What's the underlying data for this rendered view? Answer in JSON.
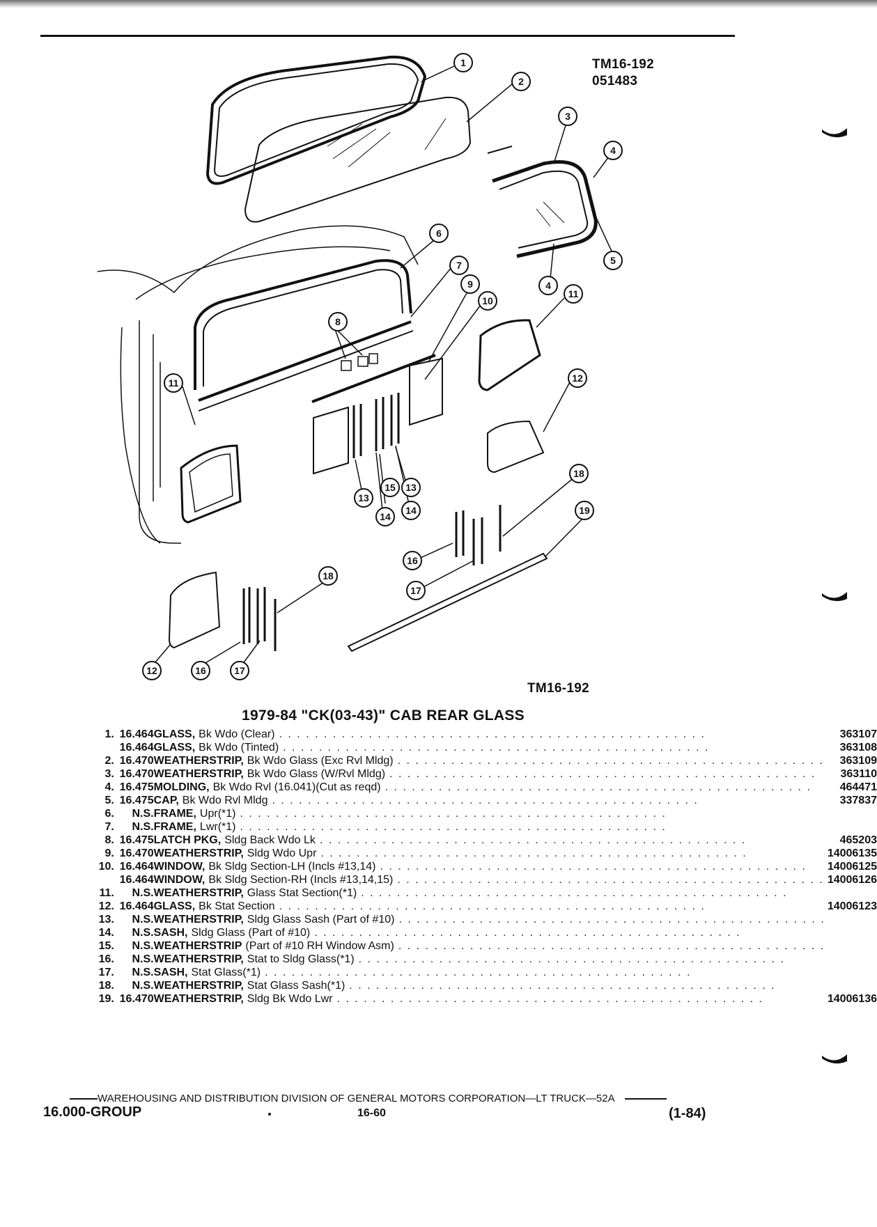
{
  "header": {
    "tm_code": "TM16-192",
    "tm_date": "051483",
    "tm_code_bottom": "TM16-192"
  },
  "illustration": {
    "callouts": [
      "1",
      "2",
      "3",
      "4",
      "5",
      "4",
      "6",
      "7",
      "8",
      "9",
      "10",
      "11",
      "11",
      "12",
      "13",
      "15",
      "13",
      "14",
      "14",
      "18",
      "19",
      "16",
      "17",
      "18",
      "12",
      "16",
      "17"
    ]
  },
  "title": "1979-84 \"CK(03-43)\" CAB REAR GLASS",
  "parts": [
    {
      "no": "1.",
      "group": "16.464",
      "name": "GLASS,",
      "desc": "Bk Wdo (Clear)",
      "pn": "363107"
    },
    {
      "no": "",
      "group": "16.464",
      "name": "GLASS,",
      "desc": "Bk Wdo (Tinted)",
      "pn": "363108"
    },
    {
      "no": "2.",
      "group": "16.470",
      "name": "WEATHERSTRIP,",
      "desc": "Bk Wdo Glass (Exc Rvl Mldg)",
      "pn": "363109"
    },
    {
      "no": "3.",
      "group": "16.470",
      "name": "WEATHERSTRIP,",
      "desc": "Bk Wdo Glass (W/Rvl Mldg)",
      "pn": "363110"
    },
    {
      "no": "4.",
      "group": "16.475",
      "name": "MOLDING,",
      "desc": "Bk Wdo Rvl (16.041)(Cut as reqd)",
      "pn": "464471"
    },
    {
      "no": "5.",
      "group": "16.475",
      "name": "CAP,",
      "desc": "Bk Wdo Rvl Mldg",
      "pn": "337837"
    },
    {
      "no": "6.",
      "group": "N.S.",
      "name": "FRAME,",
      "desc": "Upr(*1)",
      "pn": ""
    },
    {
      "no": "7.",
      "group": "N.S.",
      "name": "FRAME,",
      "desc": "Lwr(*1)",
      "pn": ""
    },
    {
      "no": "8.",
      "group": "16.475",
      "name": "LATCH PKG,",
      "desc": "Sldg Back Wdo Lk",
      "pn": "465203"
    },
    {
      "no": "9.",
      "group": "16.470",
      "name": "WEATHERSTRIP,",
      "desc": "Sldg Wdo Upr",
      "pn": "14006135"
    },
    {
      "no": "10.",
      "group": "16.464",
      "name": "WINDOW,",
      "desc": "Bk Sldg Section-LH (Incls #13,14)",
      "pn": "14006125"
    },
    {
      "no": "",
      "group": "16.464",
      "name": "WINDOW,",
      "desc": "Bk Sldg Section-RH (Incls #13,14,15)",
      "pn": "14006126"
    },
    {
      "no": "11.",
      "group": "N.S.",
      "name": "WEATHERSTRIP,",
      "desc": "Glass Stat Section(*1)",
      "pn": ""
    },
    {
      "no": "12.",
      "group": "16.464",
      "name": "GLASS,",
      "desc": "Bk Stat Section",
      "pn": "14006123"
    },
    {
      "no": "13.",
      "group": "N.S.",
      "name": "WEATHERSTRIP,",
      "desc": "Sldg Glass Sash (Part of #10)",
      "pn": ""
    },
    {
      "no": "14.",
      "group": "N.S.",
      "name": "SASH,",
      "desc": "Sldg Glass (Part of #10)",
      "pn": ""
    },
    {
      "no": "15.",
      "group": "N.S.",
      "name": "WEATHERSTRIP",
      "desc": "(Part of #10 RH Window Asm)",
      "pn": ""
    },
    {
      "no": "16.",
      "group": "N.S.",
      "name": "WEATHERSTRIP,",
      "desc": "Stat to Sldg Glass(*1)",
      "pn": ""
    },
    {
      "no": "17.",
      "group": "N.S.",
      "name": "SASH,",
      "desc": "Stat Glass(*1)",
      "pn": ""
    },
    {
      "no": "18.",
      "group": "N.S.",
      "name": "WEATHERSTRIP,",
      "desc": "Stat Glass Sash(*1)",
      "pn": ""
    },
    {
      "no": "19.",
      "group": "16.470",
      "name": "WEATHERSTRIP,",
      "desc": "Sldg Bk Wdo Lwr",
      "pn": "14006136"
    }
  ],
  "footer": {
    "line": "WAREHOUSING AND DISTRIBUTION DIVISION OF GENERAL MOTORS CORPORATION—LT TRUCK—52A",
    "group": "16.000-GROUP",
    "page": "16-60",
    "date": "(1-84)"
  },
  "colors": {
    "ink": "#111111",
    "paper": "#ffffff"
  }
}
